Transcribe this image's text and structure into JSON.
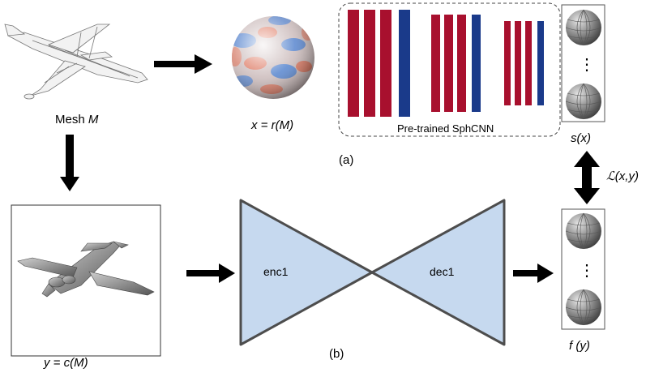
{
  "labels": {
    "mesh_prefix": "Mesh ",
    "mesh_var": "M",
    "x_eq": "x = r(M)",
    "y_eq": "y = c(M)",
    "s_x": "s(x)",
    "f_y": "f (y)",
    "loss": "ℒ(x,y)",
    "part_a": "(a)",
    "part_b": "(b)",
    "sphcnn": "Pre-trained SphCNN",
    "enc": "enc1",
    "dec": "dec1",
    "ellipsis": "⋮"
  },
  "colors": {
    "red_bar": "#a8102e",
    "blue_bar": "#1a3a8a",
    "hourglass_fill": "#c6d9ef",
    "hourglass_stroke": "#4d4d4d",
    "sphere_gray": "#8a8a8a"
  }
}
